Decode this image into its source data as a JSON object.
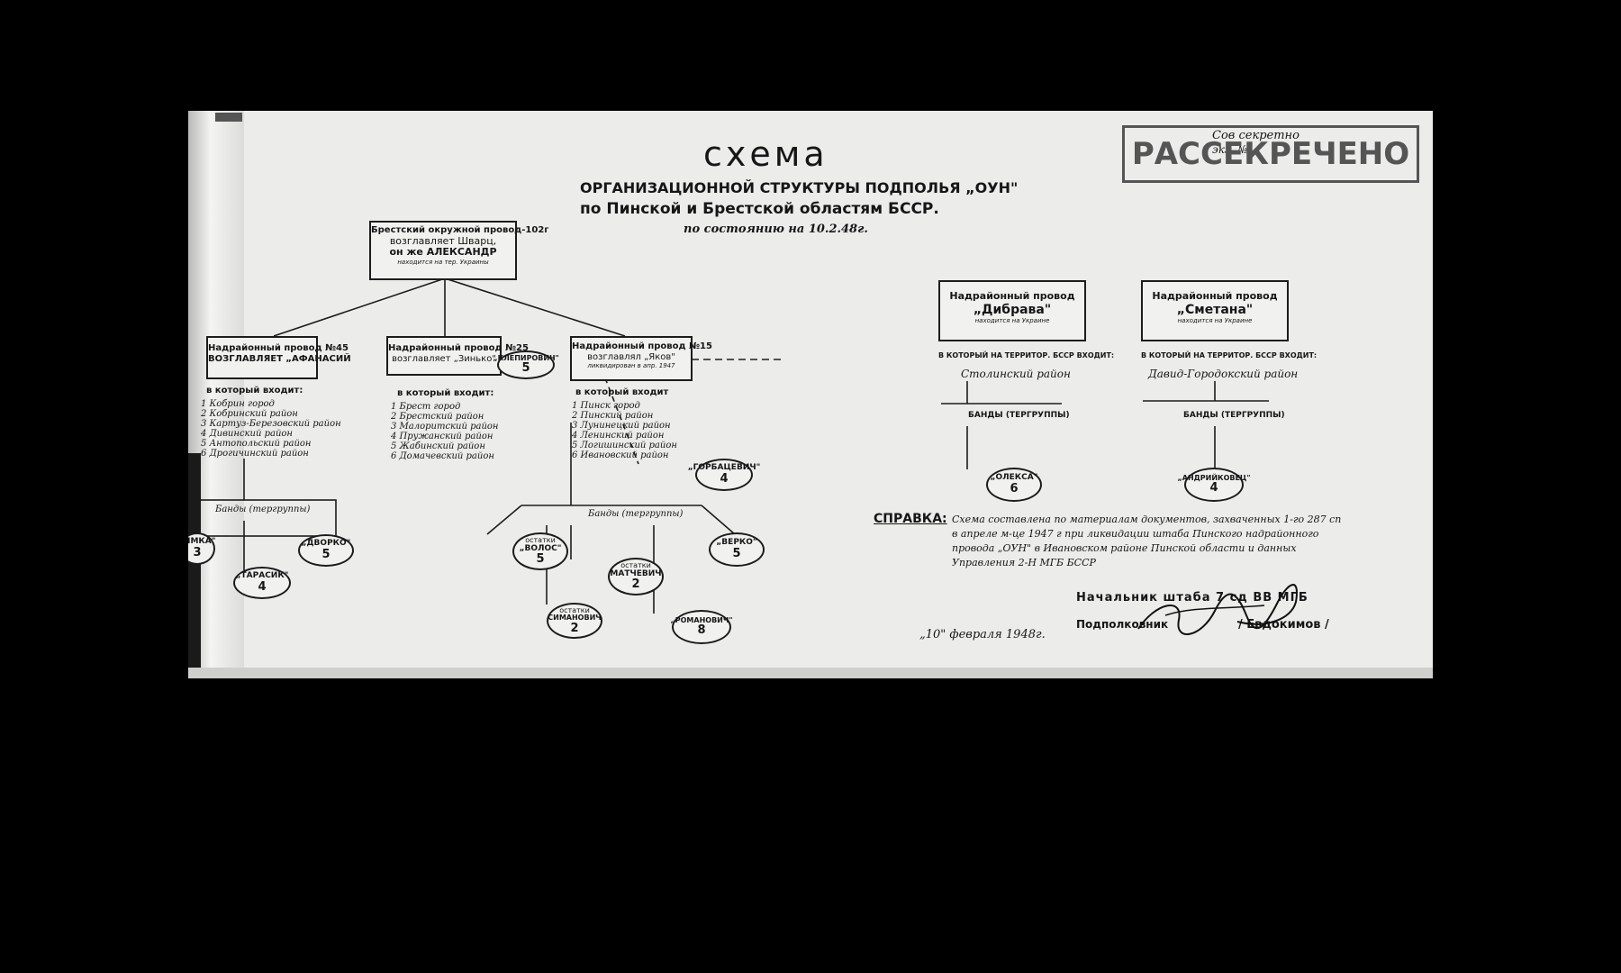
{
  "document": {
    "title": "схема",
    "subtitle_1": "ОРГАНИЗАЦИОННОЙ СТРУКТУРЫ ПОДПОЛЬЯ „ОУН\"",
    "subtitle_2": "по Пинской и Брестской областям БССР.",
    "date_line": "по состоянию на 10.2.48г.",
    "stamp": {
      "secrecy": "Сов секретно",
      "copy": "экз. №1",
      "declassified": "РАССЕКРЕЧЕНО"
    },
    "main_node": {
      "line1": "Брестский окружной провод-102г",
      "line2": "возглавляет Шварц,",
      "line3": "он же АЛЕКСАНДР",
      "line4": "находится на тер. Украины"
    },
    "branches": [
      {
        "line1": "Надрайонный провод №45",
        "line2": "ВОЗГЛАВЛЯЕТ „АФАНАСИЙ",
        "caption": "в который входит:",
        "items": [
          "1 Кобрин город",
          "2 Кобринский район",
          "3 Картуз-Березовский район",
          "4 Дивинский район",
          "5 Антопольский район",
          "6 Дрогичинский район"
        ],
        "bands_label": "Банды (тергруппы)",
        "bands": [
          {
            "name": "„ЯМКА\"",
            "count": "3"
          },
          {
            "name": "„ДВОРКО\"",
            "count": "5"
          },
          {
            "name": "„ТАРАСИК\"",
            "count": "4"
          }
        ]
      },
      {
        "line1": "Надрайонный провод №25",
        "line2": "возглавляет „Зинько\"",
        "caption": "в который входит:",
        "items": [
          "1 Брест город",
          "2 Брестский район",
          "3 Малоритский район",
          "4 Пружанский район",
          "5 Жабинский район",
          "6 Домачевский район"
        ]
      },
      {
        "line1": "Надрайонный провод №15",
        "line2": "возглавлял „Яков\"",
        "line3": "ликвидирован в апр. 1947",
        "caption": "в который входит",
        "items": [
          "1 Пинск город",
          "2 Пинский район",
          "3 Лунинецкий район",
          "4 Ленинский район",
          "5 Логишинский район",
          "6 Ивановский район"
        ],
        "bands_label": "Банды (тергруппы)",
        "bands": [
          {
            "prefix": "остатки",
            "name": "„ВОЛОС\"",
            "count": "5"
          },
          {
            "prefix": "остатки",
            "name": "МАТЧЕВИЧ",
            "count": "2"
          },
          {
            "name": "„ВЕРКО\"",
            "count": "5"
          },
          {
            "prefix": "остатки",
            "name": "СИМАНОВИЧ",
            "count": "2"
          },
          {
            "name": "„РОМАНОВИЧ\"",
            "count": "8"
          }
        ],
        "extra_bands": [
          {
            "name": "„КЛЕПИРОВИЧ\"",
            "count": "5"
          },
          {
            "name": "„ГОРБАЦЕВИЧ\"",
            "count": "4"
          }
        ]
      }
    ],
    "right_units": [
      {
        "line1": "Надрайонный провод",
        "line2": "„Дибрава\"",
        "line3": "находится на Украине",
        "caption": "В КОТОРЫЙ НА ТЕРРИТОР. БССР ВХОДИТ:",
        "district": "Столинский район",
        "bands_label": "БАНДЫ (ТЕРГРУППЫ)",
        "band": {
          "name": "„ОЛЕКСА\"",
          "count": "6"
        }
      },
      {
        "line1": "Надрайонный провод",
        "line2": "„Сметана\"",
        "line3": "находится на Украине",
        "caption": "В КОТОРЫЙ НА ТЕРРИТОР. БССР ВХОДИТ:",
        "district": "Давид-Городокский район",
        "bands_label": "БАНДЫ (ТЕРГРУППЫ)",
        "band": {
          "name": "„АНДРИЙКОВЕЦ\"",
          "count": "4"
        }
      }
    ],
    "note": {
      "label": "СПРАВКА:",
      "lines": [
        "Схема составлена по материалам документов, захваченных 1-го 287 сп",
        "в апреле м-це 1947 г при ликвидации штаба Пинского надрайонного",
        "провода „ОУН\" в Ивановском районе Пинской области и данных",
        "Управления 2-Н МГБ БССР"
      ]
    },
    "signature": {
      "position_1": "Начальник штаба 7 сд ВВ МГБ",
      "position_2": "Подполковник",
      "name": "/ Евдокимов /",
      "date": "„10\" февраля 1948г."
    }
  }
}
